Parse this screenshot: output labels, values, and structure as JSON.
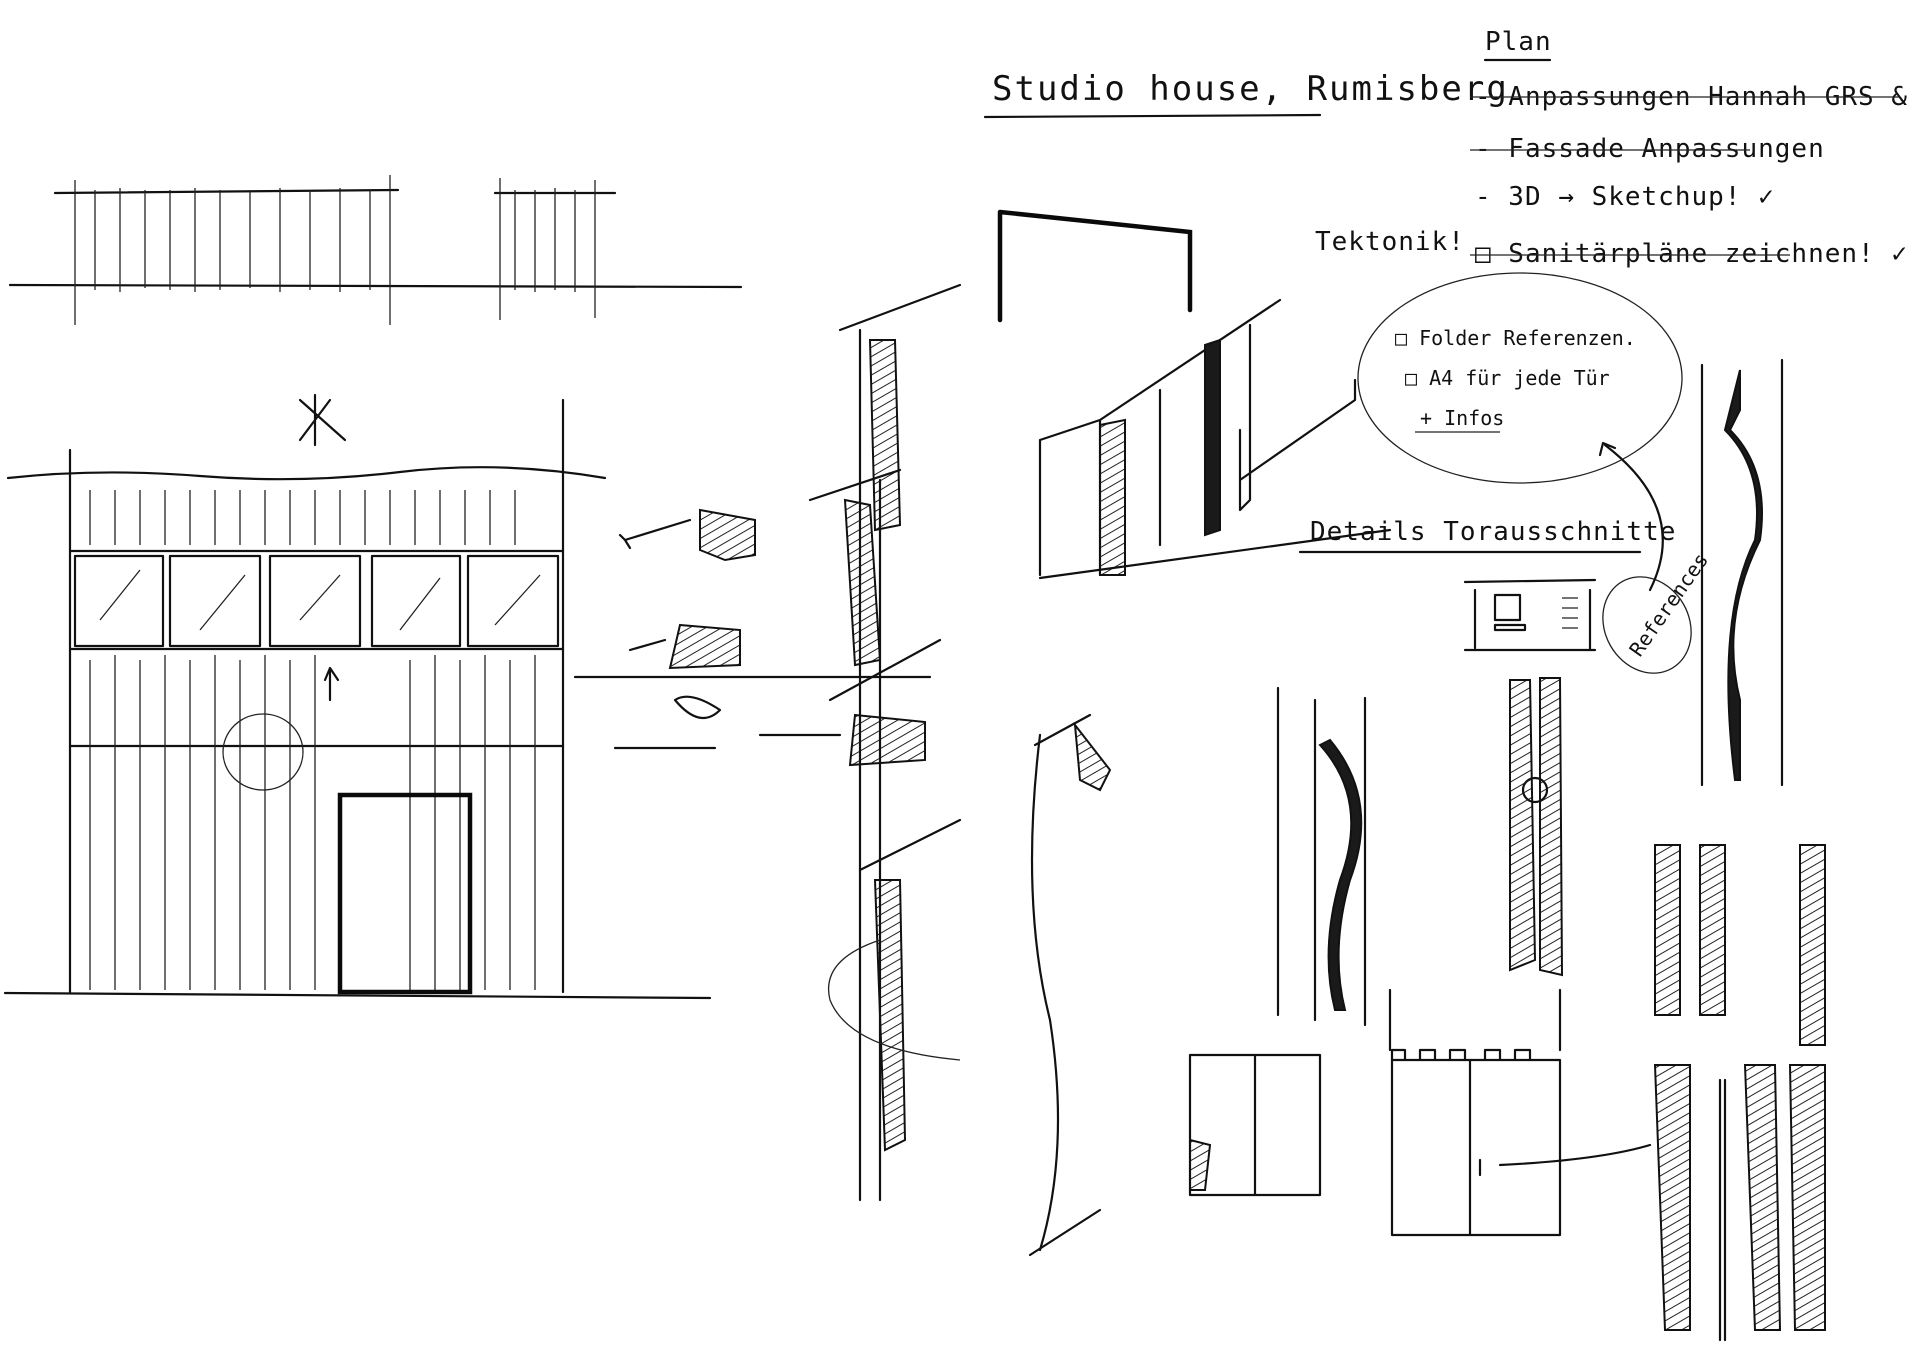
{
  "title": "Studio house, Rumisberg",
  "plan": {
    "heading": "Plan",
    "items": [
      "- Anpassungen Hannah GRS & ANStimmen",
      "- Fassade Anpassungen",
      "- 3D → Sketchup! ✓",
      "□ Sanitärpläne zeichnen! ✓"
    ]
  },
  "tektonik": "Tektonik!",
  "circle_notes": [
    "□ Folder Referenzen.",
    "□ A4 für jede Tür",
    "+ Infos"
  ],
  "details_heading": "Details Torausschnitte",
  "references_label": "References",
  "colors": {
    "ink": "#111111",
    "paper": "#ffffff"
  }
}
